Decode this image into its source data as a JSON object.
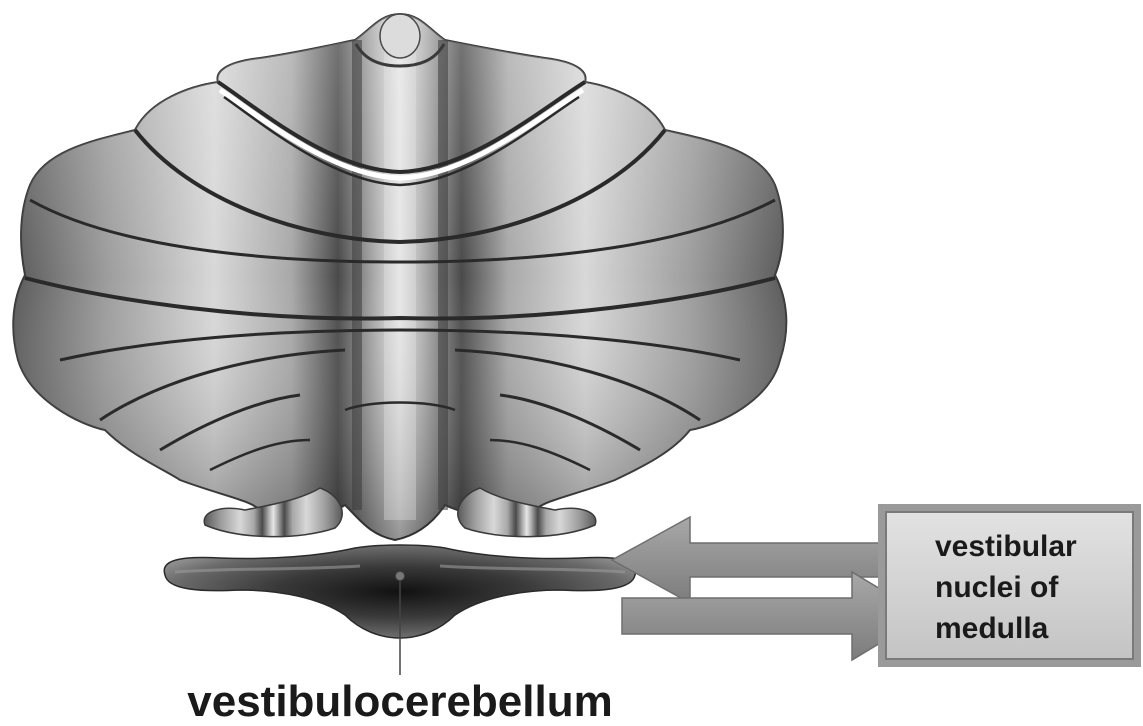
{
  "labels": {
    "bottom_label": "vestibulocerebellum",
    "box_line1": "vestibular",
    "box_line2": "nuclei of",
    "box_line3": "medulla"
  },
  "colors": {
    "background": "#ffffff",
    "tissue_light": "#d9d9d9",
    "tissue_mid": "#8a8a8a",
    "tissue_dark": "#2c2c2c",
    "arrow": "#8c8c8c",
    "box_fill": "#d3d3d3",
    "box_border": "#8f8f8f",
    "text": "#1a1a1a"
  }
}
